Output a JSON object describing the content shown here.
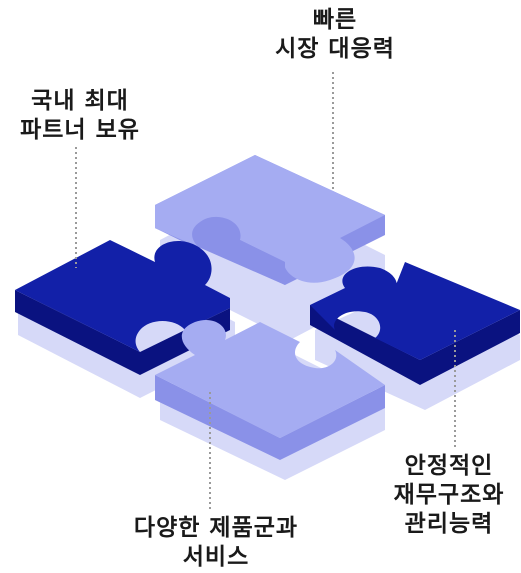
{
  "labels": {
    "top": {
      "line1": "빠른",
      "line2": "시장 대응력"
    },
    "left": {
      "line1": "국내 최대",
      "line2": "파트너 보유"
    },
    "right": {
      "line1": "안정적인",
      "line2": "재무구조와",
      "line3": "관리능력"
    },
    "bottom": {
      "line1": "다양한 제품군과",
      "line2": "서비스"
    }
  },
  "colors": {
    "light_piece_top": "#a5acf2",
    "light_piece_side": "#8a91e8",
    "dark_piece_top": "#1220a8",
    "dark_piece_side": "#0a1280",
    "shadow": "#cdd0f6",
    "leader_line": "#9a9a9a"
  }
}
